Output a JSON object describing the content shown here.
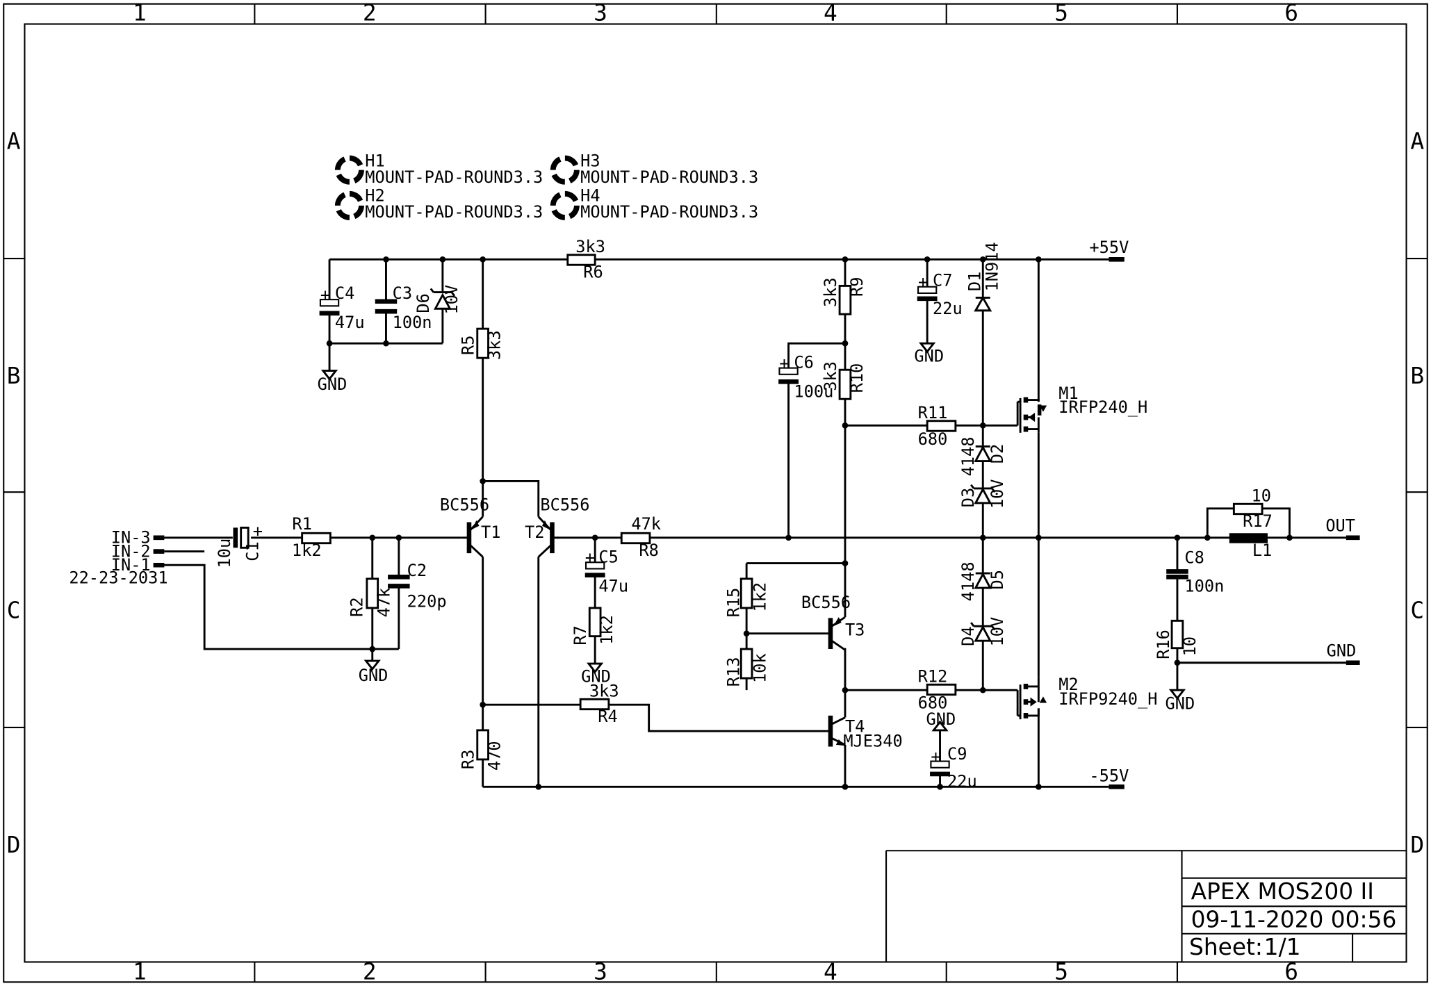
{
  "frame": {
    "columns": [
      "1",
      "2",
      "3",
      "4",
      "5",
      "6"
    ],
    "rows": [
      "A",
      "B",
      "C",
      "D"
    ]
  },
  "title_block": {
    "title": "APEX MOS200 II",
    "date": "09-11-2020 00:56",
    "sheet_label": "Sheet:",
    "sheet_value": "1/1"
  },
  "mount_pads": [
    {
      "ref": "H1",
      "value": "MOUNT-PAD-ROUND3.3"
    },
    {
      "ref": "H2",
      "value": "MOUNT-PAD-ROUND3.3"
    },
    {
      "ref": "H3",
      "value": "MOUNT-PAD-ROUND3.3"
    },
    {
      "ref": "H4",
      "value": "MOUNT-PAD-ROUND3.3"
    }
  ],
  "connector": {
    "pins": [
      "IN-3",
      "IN-2",
      "IN-1"
    ],
    "part": "22-23-2031"
  },
  "nets": {
    "vpos": "+55V",
    "vneg": "-55V",
    "gnd": "GND",
    "out": "OUT"
  },
  "components": {
    "C1": {
      "ref": "C1",
      "value": "10u"
    },
    "R1": {
      "ref": "R1",
      "value": "1k2"
    },
    "R2": {
      "ref": "R2",
      "value": "47k"
    },
    "C2": {
      "ref": "C2",
      "value": "220p"
    },
    "C4": {
      "ref": "C4",
      "value": "47u"
    },
    "C3": {
      "ref": "C3",
      "value": "100n"
    },
    "D6": {
      "ref": "D6",
      "value": "10V"
    },
    "R6": {
      "ref": "R6",
      "value": "3k3"
    },
    "R5": {
      "ref": "R5",
      "value": "3k3"
    },
    "T1": {
      "ref": "T1",
      "value": "BC556"
    },
    "T2": {
      "ref": "T2",
      "value": "BC556"
    },
    "C5": {
      "ref": "C5",
      "value": "47u"
    },
    "R7": {
      "ref": "R7",
      "value": "1k2"
    },
    "R8": {
      "ref": "R8",
      "value": "47k"
    },
    "R4": {
      "ref": "R4",
      "value": "3k3"
    },
    "R3": {
      "ref": "R3",
      "value": "470"
    },
    "R9": {
      "ref": "R9",
      "value": "3k3"
    },
    "R10": {
      "ref": "R10",
      "value": "3k3"
    },
    "C6": {
      "ref": "C6",
      "value": "100u"
    },
    "C7": {
      "ref": "C7",
      "value": "22u"
    },
    "D1": {
      "ref": "D1",
      "value": "1N914"
    },
    "R11": {
      "ref": "R11",
      "value": "680"
    },
    "D2": {
      "ref": "D2",
      "value": "4148"
    },
    "D3": {
      "ref": "D3",
      "value": "10V"
    },
    "D5": {
      "ref": "D5",
      "value": "4148"
    },
    "D4": {
      "ref": "D4",
      "value": "10V"
    },
    "R12": {
      "ref": "R12",
      "value": "680"
    },
    "R15": {
      "ref": "R15",
      "value": "1k2"
    },
    "R13": {
      "ref": "R13",
      "value": "10k"
    },
    "T3": {
      "ref": "T3",
      "value": "BC556"
    },
    "T4": {
      "ref": "T4",
      "value": "MJE340"
    },
    "C9": {
      "ref": "C9",
      "value": "22u"
    },
    "M1": {
      "ref": "M1",
      "value": "IRFP240_H"
    },
    "M2": {
      "ref": "M2",
      "value": "IRFP9240_H"
    },
    "R17": {
      "ref": "R17",
      "value": "10"
    },
    "L1": {
      "ref": "L1",
      "value": ""
    },
    "C8": {
      "ref": "C8",
      "value": "100n"
    },
    "R16": {
      "ref": "R16",
      "value": "10"
    }
  }
}
